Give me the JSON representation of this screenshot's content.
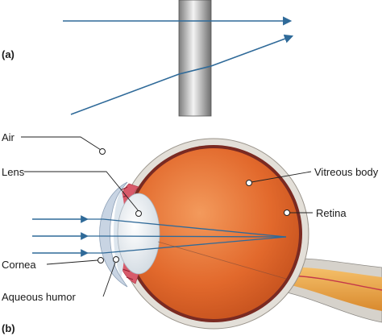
{
  "panel_a": {
    "tag": "(a)"
  },
  "panel_b": {
    "tag": "(b)"
  },
  "labels": {
    "air": "Air",
    "lens": "Lens",
    "cornea": "Cornea",
    "aqueous_humor": "Aqueous humor",
    "vitreous_body": "Vitreous body",
    "retina": "Retina"
  },
  "colors": {
    "ray": "#2f6a99",
    "eyeball": "#e2692c",
    "sclera": "#e0dcd5",
    "lens": "#e9edf1",
    "cornea": "#c8d4e3",
    "optic_nerve": "#e8a54a"
  }
}
